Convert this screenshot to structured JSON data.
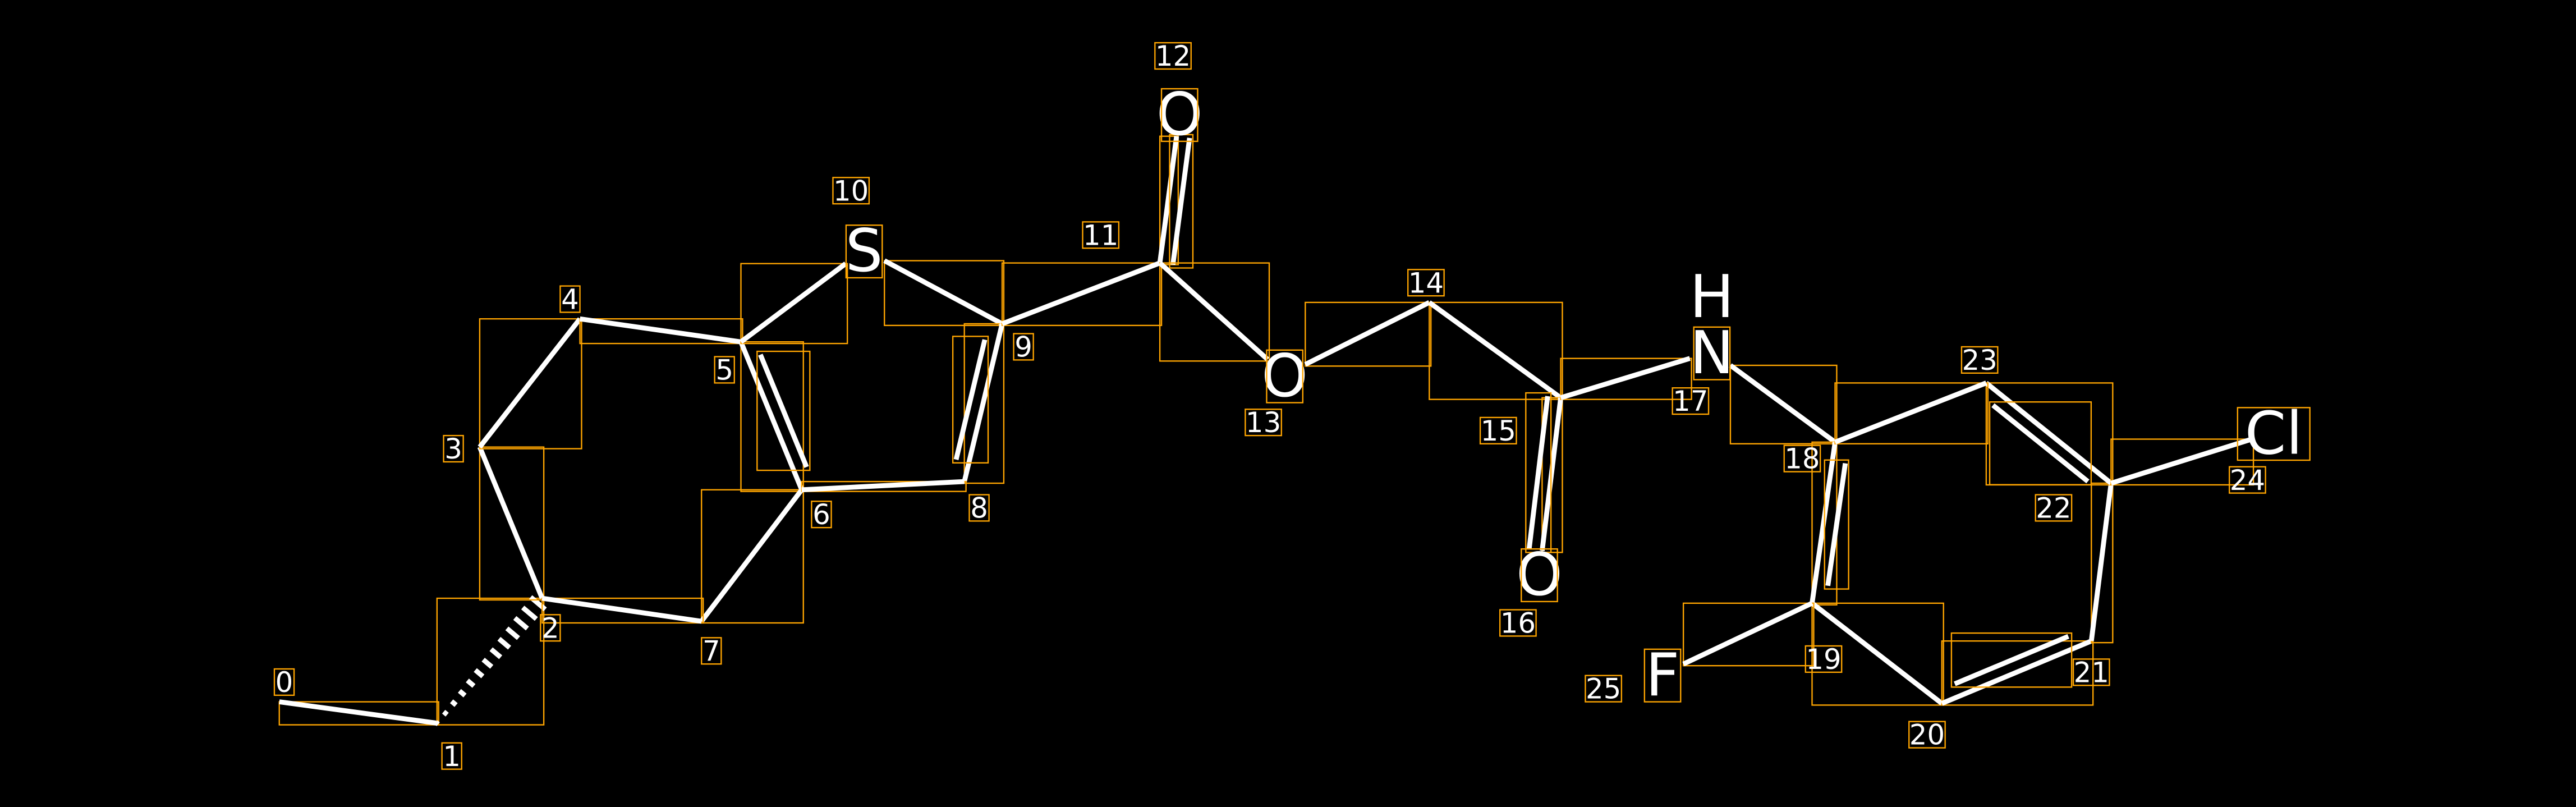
{
  "colors": {
    "background": "#000000",
    "bond": "#FFFFFF",
    "box": "#FFA500",
    "text": "#FFFFFF"
  },
  "atoms": [
    {
      "index": "0",
      "symbol": ""
    },
    {
      "index": "1",
      "symbol": ""
    },
    {
      "index": "2",
      "symbol": ""
    },
    {
      "index": "3",
      "symbol": ""
    },
    {
      "index": "4",
      "symbol": ""
    },
    {
      "index": "5",
      "symbol": ""
    },
    {
      "index": "6",
      "symbol": ""
    },
    {
      "index": "7",
      "symbol": ""
    },
    {
      "index": "8",
      "symbol": ""
    },
    {
      "index": "9",
      "symbol": ""
    },
    {
      "index": "10",
      "symbol": "S"
    },
    {
      "index": "11",
      "symbol": ""
    },
    {
      "index": "12",
      "symbol": "O"
    },
    {
      "index": "13",
      "symbol": "O"
    },
    {
      "index": "14",
      "symbol": ""
    },
    {
      "index": "15",
      "symbol": ""
    },
    {
      "index": "16",
      "symbol": "O"
    },
    {
      "index": "17",
      "symbol": "N",
      "hydrogen": "H"
    },
    {
      "index": "18",
      "symbol": ""
    },
    {
      "index": "19",
      "symbol": ""
    },
    {
      "index": "20",
      "symbol": ""
    },
    {
      "index": "21",
      "symbol": ""
    },
    {
      "index": "22",
      "symbol": ""
    },
    {
      "index": "23",
      "symbol": ""
    },
    {
      "index": "24",
      "symbol": "Cl"
    },
    {
      "index": "25",
      "symbol": "F"
    }
  ],
  "bonds": [
    {
      "a": 0,
      "b": 1,
      "type": "single"
    },
    {
      "a": 1,
      "b": 2,
      "type": "hash"
    },
    {
      "a": 2,
      "b": 3,
      "type": "single"
    },
    {
      "a": 3,
      "b": 4,
      "type": "single"
    },
    {
      "a": 4,
      "b": 5,
      "type": "single"
    },
    {
      "a": 5,
      "b": 6,
      "type": "double"
    },
    {
      "a": 6,
      "b": 7,
      "type": "single"
    },
    {
      "a": 7,
      "b": 2,
      "type": "single"
    },
    {
      "a": 5,
      "b": 10,
      "type": "single"
    },
    {
      "a": 10,
      "b": 9,
      "type": "single"
    },
    {
      "a": 9,
      "b": 8,
      "type": "double"
    },
    {
      "a": 8,
      "b": 6,
      "type": "single"
    },
    {
      "a": 9,
      "b": 11,
      "type": "single"
    },
    {
      "a": 11,
      "b": 12,
      "type": "double"
    },
    {
      "a": 11,
      "b": 13,
      "type": "single"
    },
    {
      "a": 13,
      "b": 14,
      "type": "single"
    },
    {
      "a": 14,
      "b": 15,
      "type": "single"
    },
    {
      "a": 15,
      "b": 16,
      "type": "double"
    },
    {
      "a": 15,
      "b": 17,
      "type": "single"
    },
    {
      "a": 17,
      "b": 18,
      "type": "single"
    },
    {
      "a": 18,
      "b": 19,
      "type": "double"
    },
    {
      "a": 19,
      "b": 20,
      "type": "single"
    },
    {
      "a": 20,
      "b": 21,
      "type": "double"
    },
    {
      "a": 21,
      "b": 22,
      "type": "single"
    },
    {
      "a": 22,
      "b": 23,
      "type": "double"
    },
    {
      "a": 23,
      "b": 18,
      "type": "single"
    },
    {
      "a": 22,
      "b": 24,
      "type": "single"
    },
    {
      "a": 19,
      "b": 25,
      "type": "single"
    }
  ]
}
